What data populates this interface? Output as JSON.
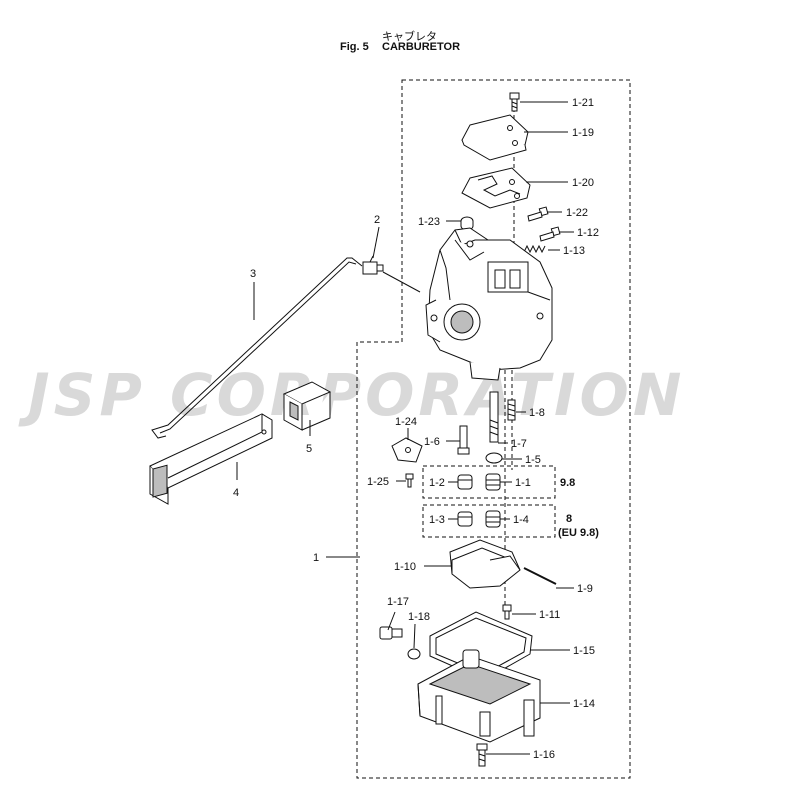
{
  "header": {
    "title_jp": "キャブレタ",
    "fig_label": "Fig. 5",
    "title_en": "CARBURETOR"
  },
  "watermark": "JSP CORPORATION",
  "colors": {
    "line": "#111111",
    "part_fill": "#ffffff",
    "shade": "#bdbdbd",
    "watermark": "#d9d9d9"
  },
  "callouts": {
    "c1_21": "1-21",
    "c1_19": "1-19",
    "c1_20": "1-20",
    "c1_22": "1-22",
    "c1_23": "1-23",
    "c1_12": "1-12",
    "c1_13": "1-13",
    "c2": "2",
    "c3": "3",
    "c1_8": "1-8",
    "c1_24": "1-24",
    "c1_6": "1-6",
    "c1_7": "1-7",
    "c1_5": "1-5",
    "c5": "5",
    "c4": "4",
    "c1_25": "1-25",
    "c1_2": "1-2",
    "c1_1": "1-1",
    "c1_3": "1-3",
    "c1_4": "1-4",
    "c1": "1",
    "c1_10": "1-10",
    "c1_9": "1-9",
    "c1_17": "1-17",
    "c1_18": "1-18",
    "c1_11": "1-11",
    "c1_15": "1-15",
    "c1_14": "1-14",
    "c1_16": "1-16"
  },
  "options": {
    "jet_a_label": "9.8",
    "jet_b_label": "8",
    "jet_b_sub": "(EU 9.8)"
  }
}
